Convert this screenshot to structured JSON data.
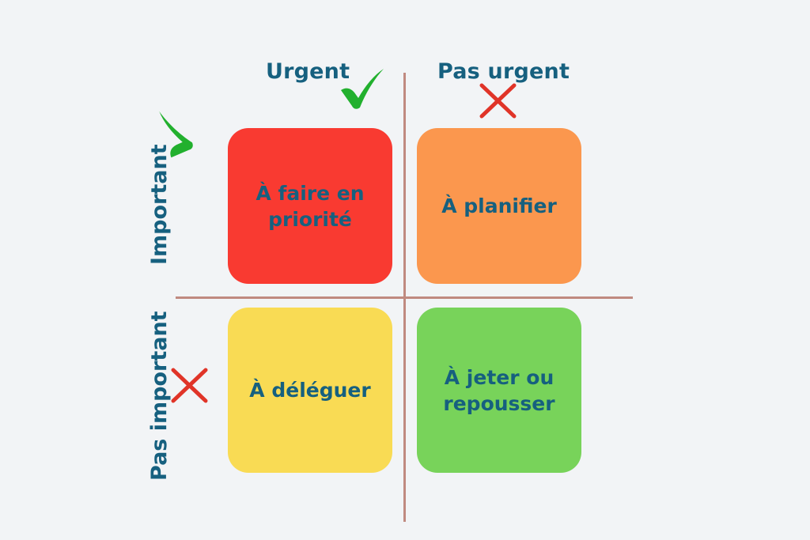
{
  "diagram": {
    "background_color": "#f2f4f6",
    "label_color": "#16607f",
    "divider_color": "#c08a80",
    "check_color": "#22b02e",
    "cross_color": "#e03428",
    "columns": [
      {
        "key": "urgent",
        "label": "Urgent",
        "mark": "check-icon"
      },
      {
        "key": "not_urgent",
        "label": "Pas urgent",
        "mark": "cross-icon"
      }
    ],
    "rows": [
      {
        "key": "important",
        "label": "Important",
        "mark": "check-icon"
      },
      {
        "key": "not_important",
        "label": "Pas important",
        "mark": "cross-icon"
      }
    ],
    "quadrants": [
      {
        "key": "do",
        "label": "À faire en priorité",
        "color": "#f93a31",
        "row": "important",
        "column": "urgent"
      },
      {
        "key": "plan",
        "label": "À planifier",
        "color": "#fb974e",
        "row": "important",
        "column": "not_urgent"
      },
      {
        "key": "delegate",
        "label": "À déléguer",
        "color": "#f9db54",
        "row": "not_important",
        "column": "urgent"
      },
      {
        "key": "drop",
        "label": "À jeter ou repousser",
        "color": "#78d35a",
        "row": "not_important",
        "column": "not_urgent"
      }
    ]
  }
}
